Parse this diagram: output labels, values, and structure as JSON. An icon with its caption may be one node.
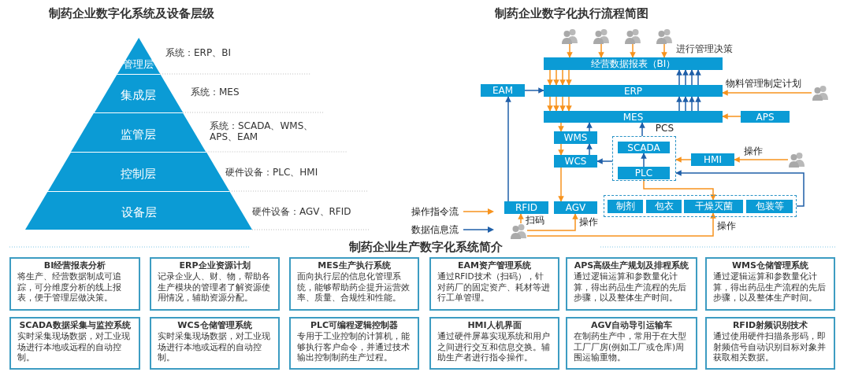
{
  "diagram": {
    "nodes": [
      {
        "text": [
          "管理层"
        ],
        "beside": [
          "系统：ERP、BI"
        ]
      },
      {
        "text": [
          "集成层"
        ],
        "beside": [
          "系统：MES"
        ]
      },
      {
        "text": [
          "监管层"
        ],
        "beside": [
          "系统：SCADA、WMS、APS、EAM"
        ]
      },
      {
        "text": [
          "控制层"
        ],
        "beside": [
          "硬件设备：PLC、HMI"
        ]
      },
      {
        "text": [
          "设备层"
        ],
        "beside": [
          "硬件设备：AGV、RFID"
        ]
      },
      {
        "text": [],
        "shape": "person"
      },
      {
        "text": [],
        "shape": "person"
      },
      {
        "text": [],
        "shape": "person"
      },
      {
        "text": [],
        "shape": "person"
      },
      {
        "text": [
          "经营数据报表（BI）"
        ]
      },
      {
        "text": [
          "EAM"
        ]
      },
      {
        "text": [
          "ERP"
        ]
      },
      {
        "text": [],
        "shape": "person"
      },
      {
        "text": [
          "MES"
        ]
      },
      {
        "text": [
          "APS"
        ]
      },
      {
        "text": [
          "WMS"
        ]
      },
      {
        "text": [
          "WCS"
        ]
      },
      {
        "text": [
          "PCS"
        ]
      },
      {
        "text": [
          "SCADA"
        ],
        "in": 17
      },
      {
        "text": [
          "PLC"
        ],
        "in": 17
      },
      {
        "text": [
          "HMI"
        ]
      },
      {
        "text": [],
        "shape": "person"
      },
      {
        "text": [
          "RFID"
        ]
      },
      {
        "text": [
          "AGV"
        ]
      },
      {
        "text": [],
        "shape": "box"
      },
      {
        "text": [
          "制剂"
        ],
        "in": 24
      },
      {
        "text": [
          "包衣"
        ],
        "in": 24
      },
      {
        "text": [
          "干燥灭菌"
        ],
        "in": 24
      },
      {
        "text": [
          "包装等"
        ],
        "in": 24
      },
      {
        "text": [],
        "shape": "person"
      },
      {
        "text": [
          "BI经营报表分析",
          "将生产、经营数据制成可追踪，可分维度分析的线上报表，便于管理层做决策。"
        ]
      },
      {
        "text": [
          "ERP企业资源计划",
          "记录企业人、财、物，帮助各生产模块的管理者了解资源使用情况，辅助资源分配。"
        ]
      },
      {
        "text": [
          "MES生产执行系统",
          "面向执行层的信息化管理系统，能够帮助药企提升运营效率、质量、合规性和性能。"
        ]
      },
      {
        "text": [
          "EAM资产管理系统",
          "通过RFID技术（扫码），针对药厂的固定资产、耗材等进行工单管理。"
        ]
      },
      {
        "text": [
          "APS高级生产规划及排程系统",
          "通过逻辑运算和参数量化计算，得出药品生产流程的先后步骤，以及整体生产时间。"
        ]
      },
      {
        "text": [
          "WMS仓储管理系统",
          "通过逻辑运算和参数量化计算，得出药品生产流程的先后步骤，以及整体生产时间。"
        ]
      },
      {
        "text": [
          "SCADA数据采集与监控系统",
          "实时采集现场数据，对工业现场进行本地或远程的自动控制。"
        ]
      },
      {
        "text": [
          "WCS仓储管理系统",
          "实时采集现场数据，对工业现场进行本地或远程的自动控制。"
        ]
      },
      {
        "text": [
          "PLC可编程逻辑控制器",
          "专用于工业控制的计算机，能够执行客户命令，并通过技术输出控制制药生产过程。"
        ]
      },
      {
        "text": [
          "HMI人机界面",
          "通过硬件屏幕实现系统和用户之间进行交互和信息交换。辅助生产者进行指令操作。"
        ]
      },
      {
        "text": [
          "AGV自动导引运输车",
          "在制药生产中，常用于在大型工厂厂房(例如工厂或仓库)周围运输重物。"
        ]
      },
      {
        "text": [
          "RFID射频识别技术",
          "通过使用硬件扫描条形码，即射频信号自动识别目标对象并获取相关数据。"
        ]
      }
    ],
    "edges": [
      {
        "from": 9,
        "to": 11,
        "arrow": "to",
        "color": "#f7931e"
      },
      {
        "from": 9,
        "to": 11,
        "arrow": "to",
        "color": "#f7931e"
      },
      {
        "from": 9,
        "to": 11,
        "arrow": "to",
        "color": "#f7931e"
      },
      {
        "from": 9,
        "to": 11,
        "arrow": "to",
        "color": "#f7931e"
      },
      {
        "from": 11,
        "to": 9,
        "arrow": "to",
        "color": "#1f5fa8"
      },
      {
        "from": 11,
        "to": 9,
        "arrow": "to",
        "color": "#1f5fa8"
      },
      {
        "from": 11,
        "to": 9,
        "arrow": "to",
        "color": "#1f5fa8"
      },
      {
        "from": 11,
        "to": 9,
        "arrow": "to",
        "color": "#1f5fa8"
      },
      {
        "from": 11,
        "to": 13,
        "arrow": "to",
        "color": "#f7931e"
      },
      {
        "from": 11,
        "to": 13,
        "arrow": "to",
        "color": "#f7931e"
      },
      {
        "from": 11,
        "to": 13,
        "arrow": "to",
        "color": "#f7931e"
      },
      {
        "from": 11,
        "to": 13,
        "arrow": "to",
        "color": "#f7931e"
      },
      {
        "from": 13,
        "to": 11,
        "arrow": "to",
        "color": "#1f5fa8"
      },
      {
        "from": 13,
        "to": 11,
        "arrow": "to",
        "color": "#1f5fa8"
      },
      {
        "from": 13,
        "to": 11,
        "arrow": "to",
        "color": "#1f5fa8"
      },
      {
        "from": 13,
        "to": 11,
        "arrow": "to",
        "color": "#1f5fa8"
      },
      {
        "from": 5,
        "to": 9,
        "arrow": "to",
        "color": "#f7931e"
      },
      {
        "from": 6,
        "to": 9,
        "arrow": "to",
        "color": "#f7931e"
      },
      {
        "from": 7,
        "to": 9,
        "arrow": "to",
        "color": "#f7931e"
      },
      {
        "from": 8,
        "to": 9,
        "arrow": "to",
        "color": "#f7931e"
      },
      {
        "from": 10,
        "to": 11,
        "arrow": "to",
        "color": "#1f5fa8"
      },
      {
        "from": 22,
        "to": 10,
        "arrow": "to",
        "color": "#1f5fa8"
      },
      {
        "from": 12,
        "to": 11,
        "arrow": "to",
        "color": "#f7931e",
        "label": "物料管理制定计划"
      },
      {
        "from": 14,
        "to": 13,
        "arrow": "to",
        "color": "#f7931e"
      },
      {
        "from": 13,
        "to": 15,
        "arrow": "to",
        "color": "#f7931e"
      },
      {
        "from": 15,
        "to": 13,
        "arrow": "to",
        "color": "#1f5fa8"
      },
      {
        "from": 15,
        "to": 16,
        "arrow": "to",
        "color": "#f7931e"
      },
      {
        "from": 16,
        "to": 15,
        "arrow": "to",
        "color": "#1f5fa8"
      },
      {
        "from": 17,
        "to": 13,
        "arrow": "to",
        "color": "#1f5fa8"
      },
      {
        "from": 17,
        "to": 16,
        "arrow": "to",
        "color": "#1f5fa8"
      },
      {
        "from": 19,
        "to": 18,
        "arrow": "to",
        "color": "#1f5fa8"
      },
      {
        "from": 20,
        "to": 17,
        "arrow": "to",
        "color": "#f7931e"
      },
      {
        "from": 21,
        "to": 20,
        "arrow": "to",
        "color": "#f7931e",
        "label": "操作"
      },
      {
        "from": 24,
        "to": 17,
        "arrow": "to",
        "color": "#1f5fa8"
      },
      {
        "from": 19,
        "to": 27,
        "arrow": "to",
        "color": "#f7931e"
      },
      {
        "from": 16,
        "to": 23,
        "arrow": "to",
        "color": "#f7931e"
      },
      {
        "from": 29,
        "to": 22,
        "arrow": "to",
        "color": "#f7931e",
        "label": "扫码"
      },
      {
        "from": 29,
        "to": 23,
        "arrow": "to",
        "color": "#f7931e",
        "label": "操作"
      },
      {
        "from": 29,
        "to": 27,
        "arrow": "to",
        "color": "#f7931e",
        "label": "操作"
      }
    ],
    "labels": [
      "制药企业数字化系统及设备层级",
      "制药企业数字化执行流程简图",
      "进行管理决策",
      "制药企业生产数字化系统简介"
    ],
    "legend": [
      {
        "text": "操作指令流"
      },
      {
        "text": "数据信息流"
      }
    ]
  }
}
